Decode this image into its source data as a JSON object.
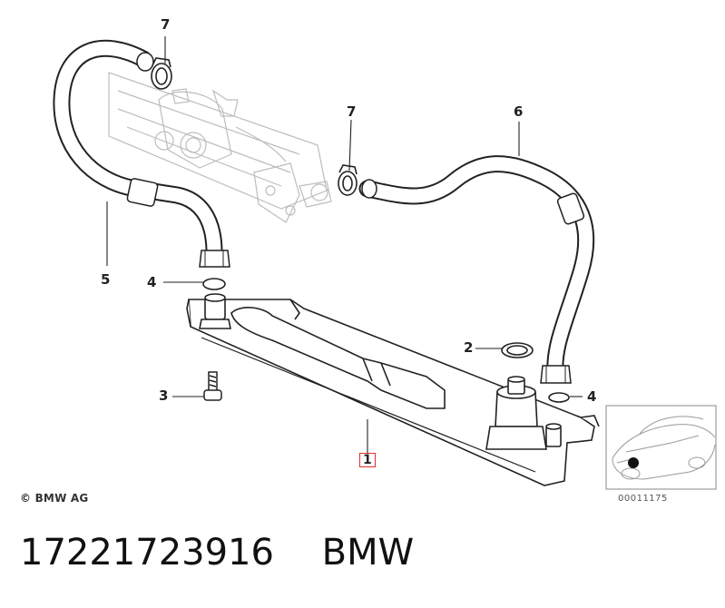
{
  "callouts": {
    "c1": "1",
    "c2": "2",
    "c3": "3",
    "c4a": "4",
    "c4b": "4",
    "c5": "5",
    "c6": "6",
    "c7a": "7",
    "c7b": "7"
  },
  "copyright": "© BMW AG",
  "inset_code": "00011175",
  "caption": {
    "part_number": "17221723916",
    "brand": "BMW"
  },
  "colors": {
    "line": "#222222",
    "faint_line": "#bbbbbb",
    "hose_fill": "#ffffff",
    "highlight_box": "#e0302a"
  }
}
